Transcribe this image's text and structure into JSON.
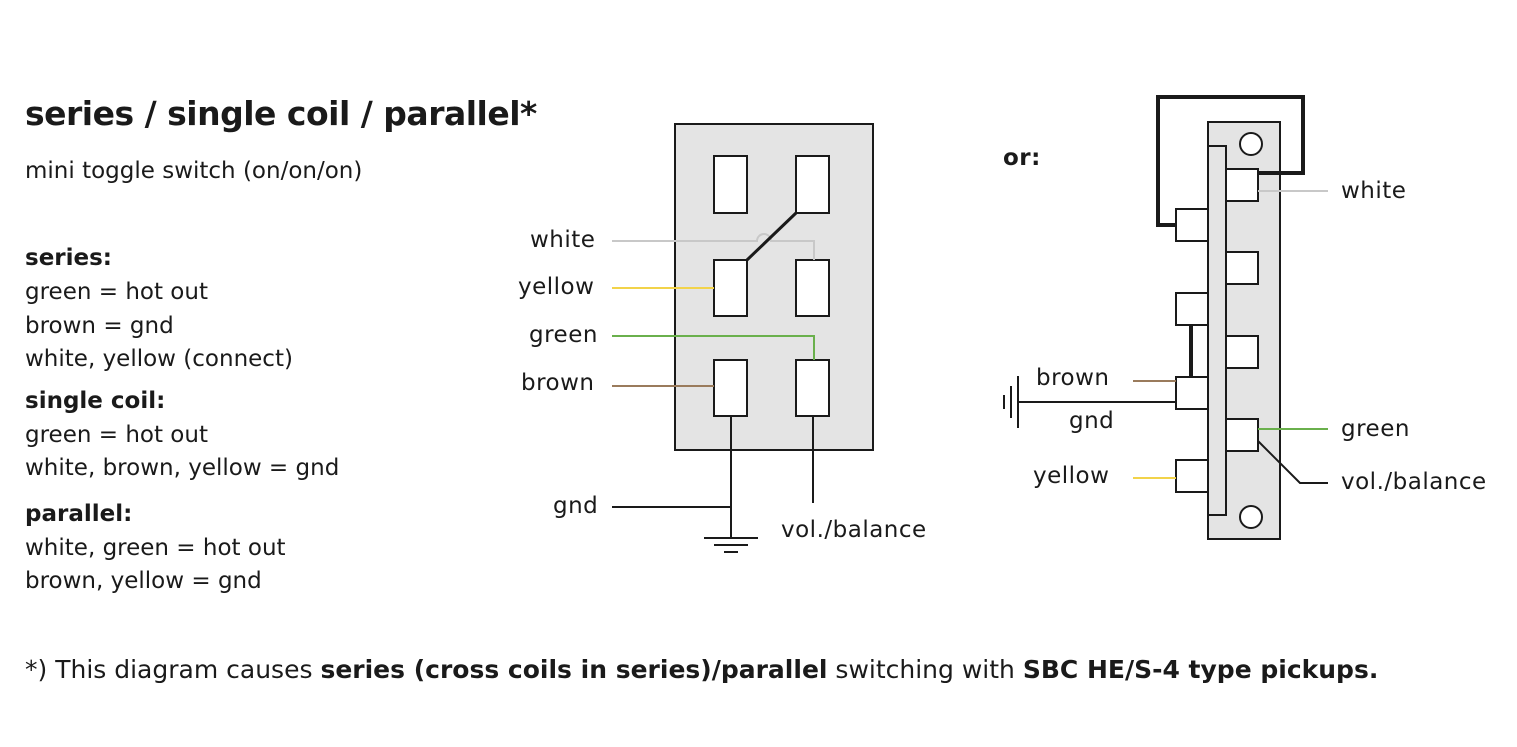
{
  "title": "series / single coil / parallel*",
  "subtitle": "mini toggle switch (on/on/on)",
  "modes": [
    {
      "heading": "series:",
      "lines": [
        "green = hot out",
        "brown = gnd",
        "white, yellow (connect)"
      ]
    },
    {
      "heading": "single coil:",
      "lines": [
        "green = hot out",
        "white, brown, yellow = gnd"
      ]
    },
    {
      "heading": "parallel:",
      "lines": [
        "white, green = hot out",
        "brown, yellow = gnd"
      ]
    }
  ],
  "switch_labels": {
    "white": "white",
    "yellow": "yellow",
    "green": "green",
    "brown": "brown",
    "gnd": "gnd",
    "vol": "vol./balance"
  },
  "alt_labels": {
    "or": "or:",
    "white": "white",
    "brown": "brown",
    "gnd": "gnd",
    "yellow": "yellow",
    "green": "green",
    "vol": "vol./balance"
  },
  "footnote": {
    "t1": "*) This diagram causes ",
    "b1": "series (cross coils in series)/parallel",
    "t2": " switching with ",
    "b2": "SBC HE/S-4 type pickups."
  },
  "colors": {
    "white_wire": "#c8c8c8",
    "yellow_wire": "#f2d34a",
    "green_wire": "#6ab04c",
    "brown_wire": "#9a7b5c",
    "panel_fill": "#e4e4e4",
    "ink": "#1a1a1a"
  }
}
